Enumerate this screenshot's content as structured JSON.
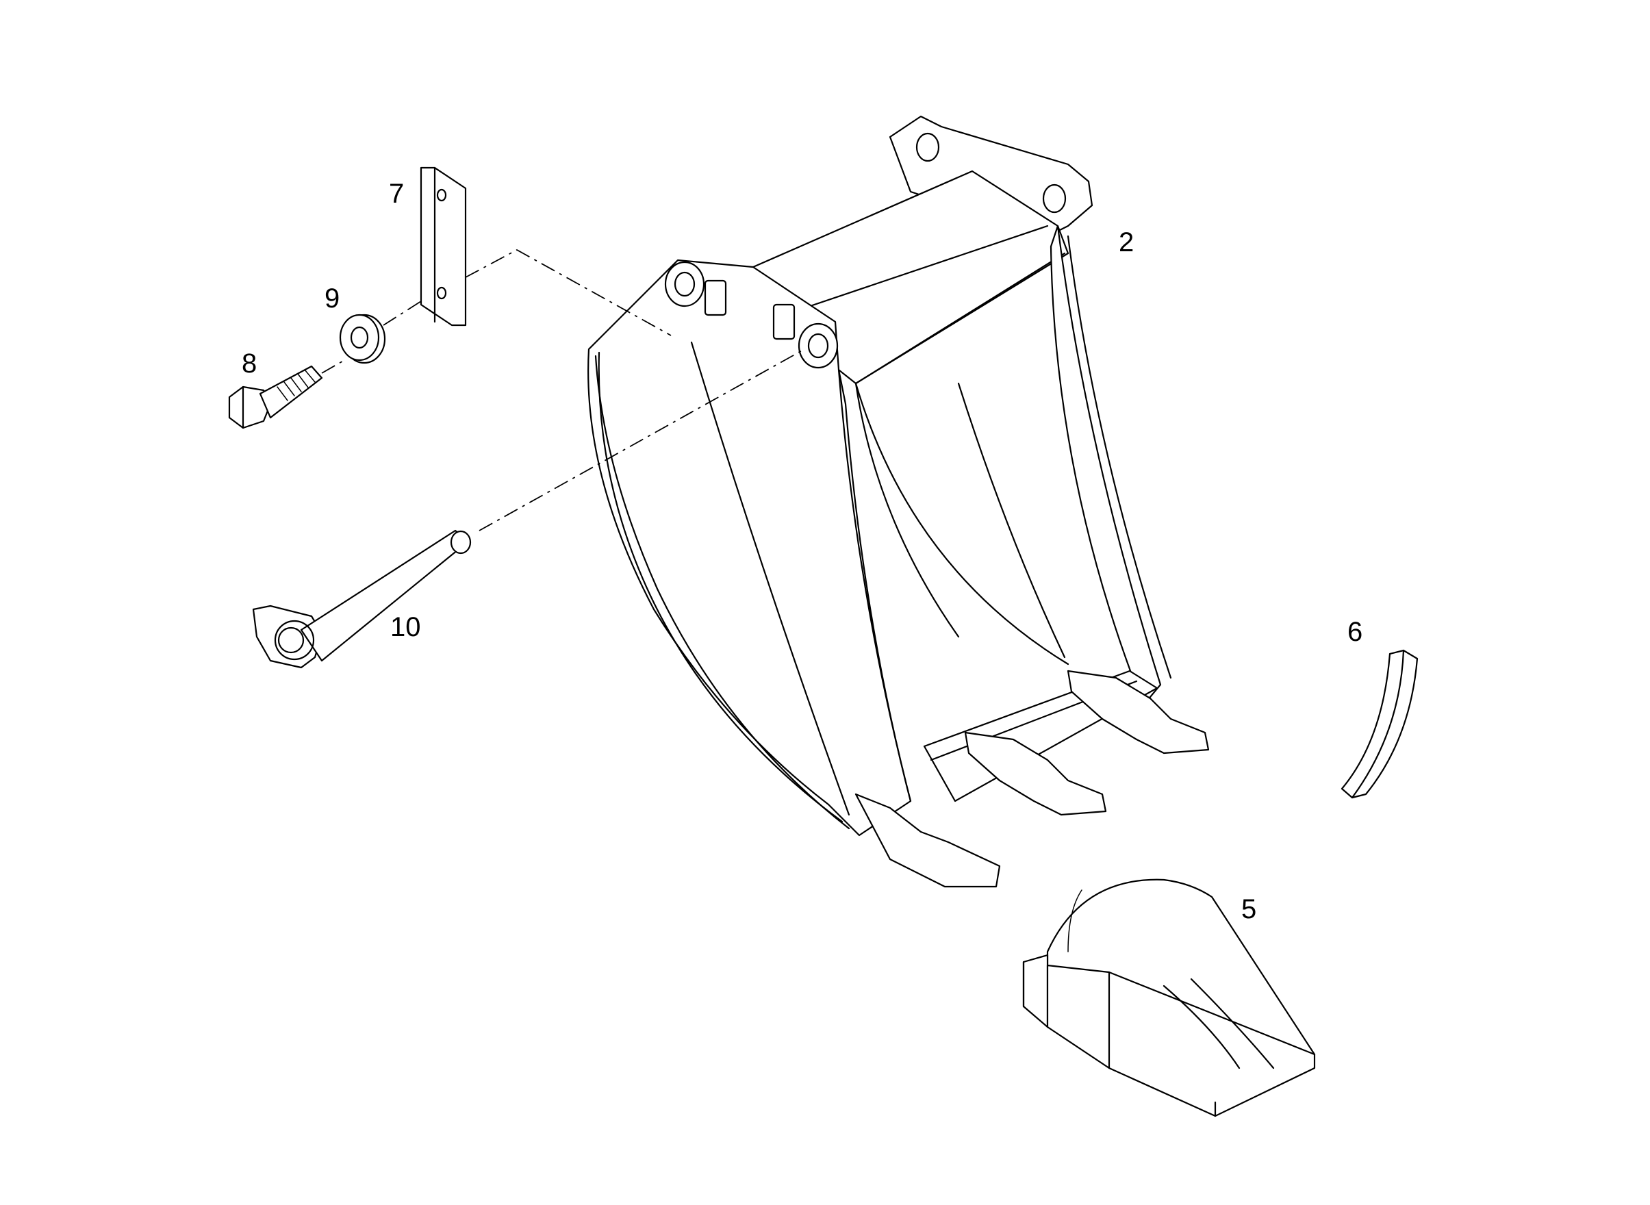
{
  "callouts": {
    "c2": "2",
    "c5": "5",
    "c6": "6",
    "c7": "7",
    "c8": "8",
    "c9": "9",
    "c10": "10"
  },
  "colors": {
    "line": "#000000",
    "background": "#ffffff"
  },
  "parts": [
    {
      "callout": "2",
      "icon": "excavator-bucket-icon"
    },
    {
      "callout": "5",
      "icon": "bucket-tooth-tip-icon"
    },
    {
      "callout": "6",
      "icon": "retaining-pin-icon"
    },
    {
      "callout": "7",
      "icon": "locking-plate-icon"
    },
    {
      "callout": "8",
      "icon": "hex-bolt-icon"
    },
    {
      "callout": "9",
      "icon": "washer-icon"
    },
    {
      "callout": "10",
      "icon": "bucket-pin-icon"
    }
  ]
}
